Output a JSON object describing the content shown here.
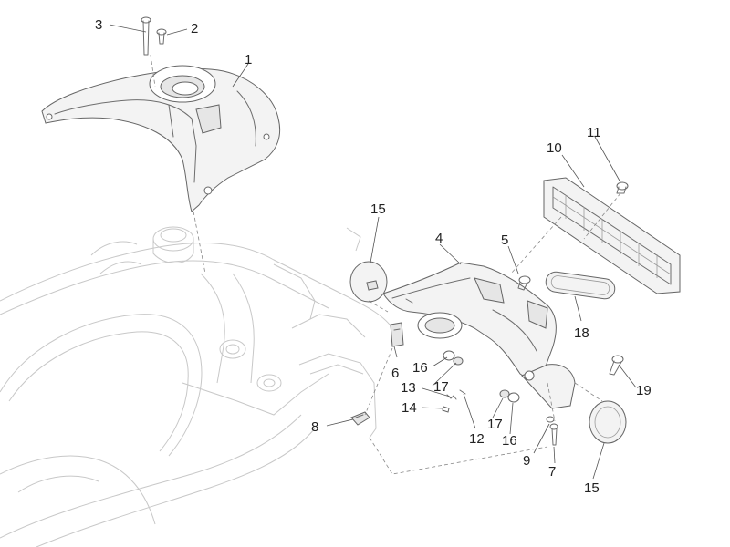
{
  "callouts": {
    "c1": "1",
    "c2": "2",
    "c3": "3",
    "c4": "4",
    "c5": "5",
    "c6": "6",
    "c7": "7",
    "c8": "8",
    "c9": "9",
    "c10": "10",
    "c11": "11",
    "c12": "12",
    "c13": "13",
    "c14": "14",
    "c15a": "15",
    "c15b": "15",
    "c16a": "16",
    "c16b": "16",
    "c17a": "17",
    "c17b": "17",
    "c18": "18",
    "c19": "19"
  },
  "colors": {
    "line": "#6d6d6d",
    "ghost": "#c8c8c8",
    "text": "#222222"
  }
}
